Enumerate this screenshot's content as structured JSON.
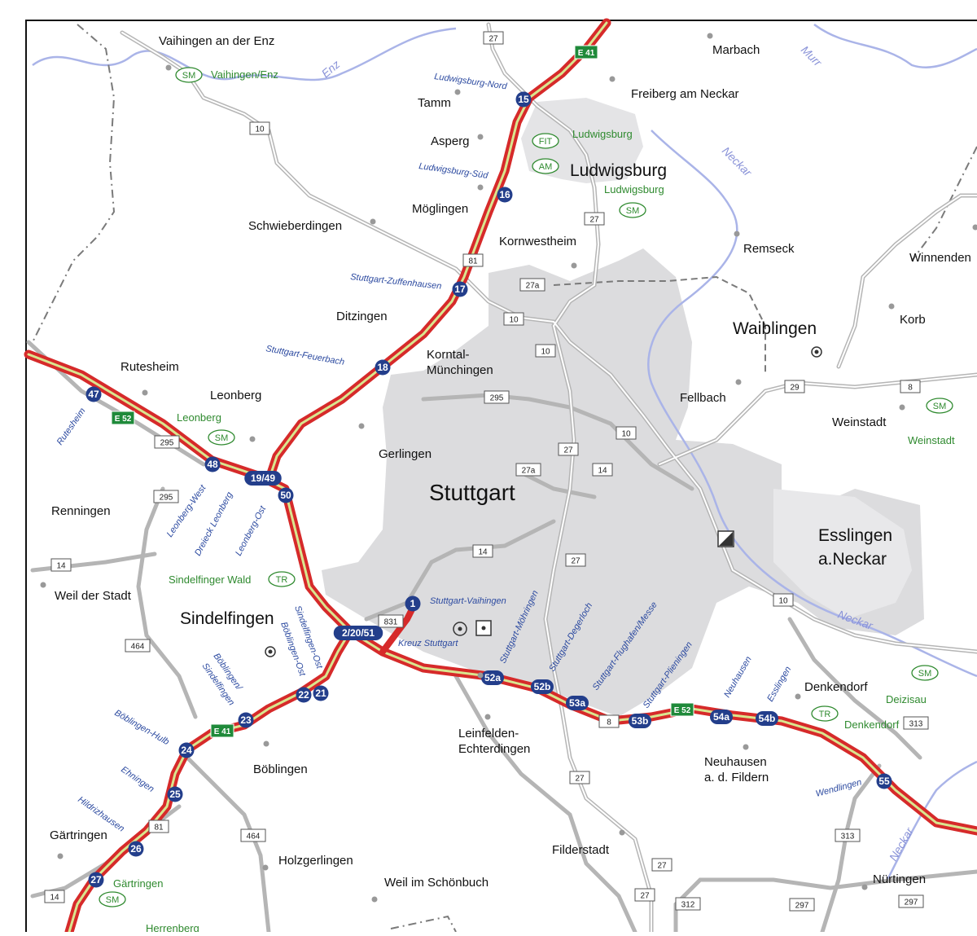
{
  "map": {
    "towns": [
      "Vaihingen an der Enz",
      "Marbach",
      "Freiberg am Neckar",
      "Tamm",
      "Asperg",
      "Möglingen",
      "Schwieberdingen",
      "Kornwestheim",
      "Remseck",
      "Winnenden",
      "Ditzingen",
      "Korb",
      "Rutesheim",
      "Leonberg",
      "Fellbach",
      "Weinstadt",
      "Gerlingen",
      "Renningen",
      "Weil der Stadt",
      "Denkendorf",
      "Leinfelden-",
      "Echterdingen",
      "Böblingen",
      "Neuhausen",
      "a. d. Fildern",
      "Gärtringen",
      "Filderstadt",
      "Holzgerlingen",
      "Weil im Schönbuch",
      "Nürtingen",
      "Korntal-",
      "Münchingen"
    ],
    "cities": [
      "Ludwigsburg",
      "Waiblingen",
      "Sindelfingen",
      "Esslingen",
      "a.Neckar"
    ],
    "main_city": "Stuttgart",
    "rivers": [
      "Enz",
      "Murr",
      "Neckar",
      "Neckar",
      "Neckar"
    ],
    "exits": [
      "Ludwigsburg-Nord",
      "Ludwigsburg-Süd",
      "Stuttgart-Zuffenhausen",
      "Stuttgart-Feuerbach",
      "Rutesheim",
      "Leonberg-West",
      "Dreieck Leonberg",
      "Leonberg-Ost",
      "Sindelfingen-Ost",
      "Böblingen-Ost",
      "Böblingen/",
      "Sindelfingen",
      "Böblingen-Hulb",
      "Ehningen",
      "Hildrizhausen",
      "Stuttgart-Vaihingen",
      "Kreuz Stuttgart",
      "Stuttgart-Möhringen",
      "Stuttgart-Degerloch",
      "Stuttgart-Flughafen/Messe",
      "Stuttgart-Plieningen",
      "Neuhausen",
      "Esslingen",
      "Wendlingen"
    ],
    "service_labels": [
      "Vaihingen/Enz",
      "Ludwigsburg",
      "Ludwigsburg",
      "Leonberg",
      "Sindelfinger Wald",
      "Weinstadt",
      "Deizisau",
      "Denkendorf",
      "Gärtringen",
      "Herrenberg"
    ],
    "badges": [
      "SM",
      "FIT",
      "AM",
      "SM",
      "SM",
      "TR",
      "SM",
      "SM",
      "TR",
      "SM"
    ],
    "junctions": [
      "15",
      "16",
      "17",
      "18",
      "47",
      "48",
      "19/49",
      "50",
      "2/20/51",
      "1",
      "52a",
      "52b",
      "53a",
      "53b",
      "54a",
      "54b",
      "55",
      "22",
      "21",
      "23",
      "24",
      "25",
      "26",
      "27"
    ],
    "euro_routes": [
      "E 41",
      "E 52",
      "E 41",
      "E 52"
    ],
    "road_numbers": [
      "27",
      "10",
      "27",
      "81",
      "27a",
      "10",
      "10",
      "295",
      "27",
      "10",
      "27a",
      "14",
      "14",
      "29",
      "8",
      "295",
      "295",
      "14",
      "27",
      "831",
      "464",
      "10",
      "8",
      "313",
      "27",
      "81",
      "464",
      "27",
      "313",
      "27",
      "312",
      "297",
      "297",
      "14"
    ],
    "colors": {
      "motorway_outer": "#d62a2a",
      "motorway_inner": "#d9e68f",
      "urban_area": "#dcdcde",
      "water": "#aab4e8",
      "junction": "#233e8b",
      "euro_route": "#1f8a3a",
      "service": "#2f8a2f",
      "border": "#7a7a7a"
    }
  }
}
